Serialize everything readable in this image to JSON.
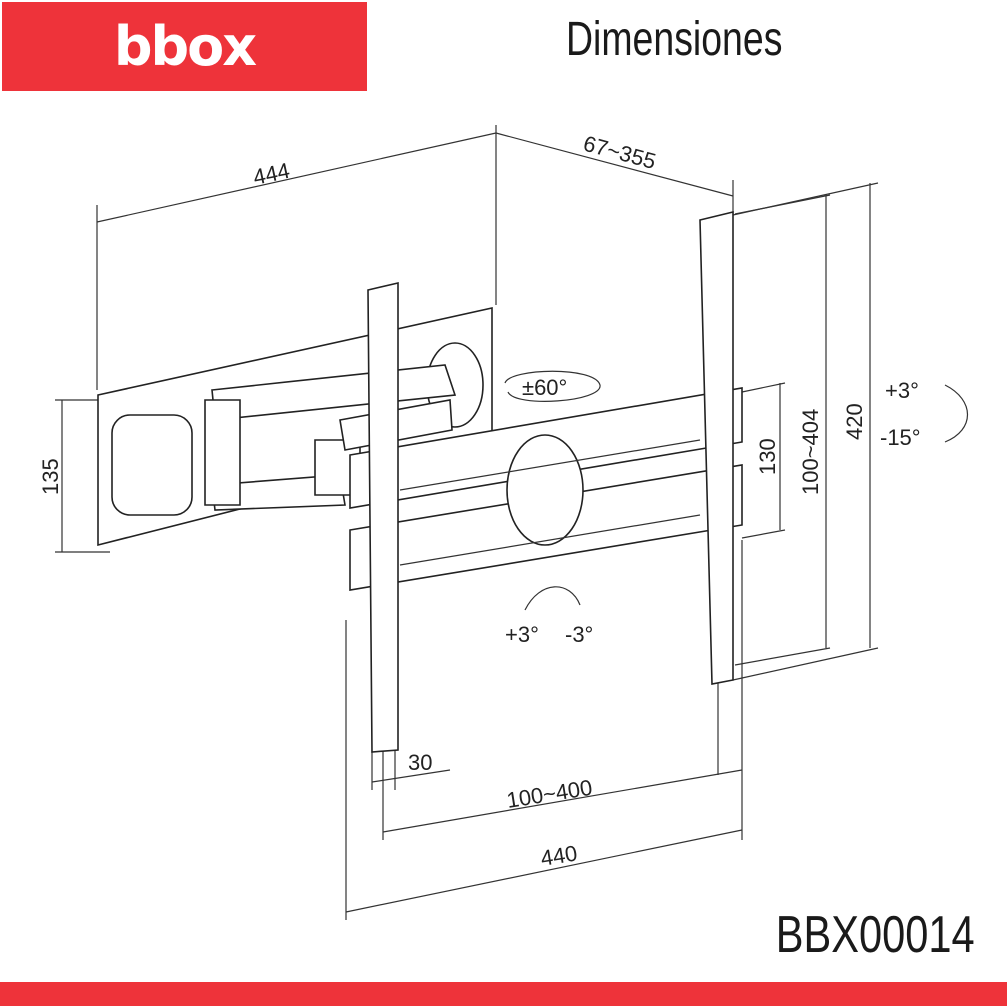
{
  "header": {
    "logo": "bbox",
    "title": "Dimensiones"
  },
  "footer": {
    "product_code": "BBX00014"
  },
  "colors": {
    "brand": "#ee333a",
    "line": "#222222"
  },
  "dimensions": {
    "wall_plate_width": "444",
    "extension": "67~355",
    "wall_plate_height": "135",
    "swivel": "±60°",
    "tilt_up": "+3°",
    "tilt_down": "-15°",
    "bracket_height": "420",
    "vesa_vertical": "100~404",
    "rail_spacing": "130",
    "level_plus": "+3°",
    "level_minus": "-3°",
    "bracket_width": "30",
    "vesa_horizontal": "100~400",
    "overall_width": "440"
  }
}
